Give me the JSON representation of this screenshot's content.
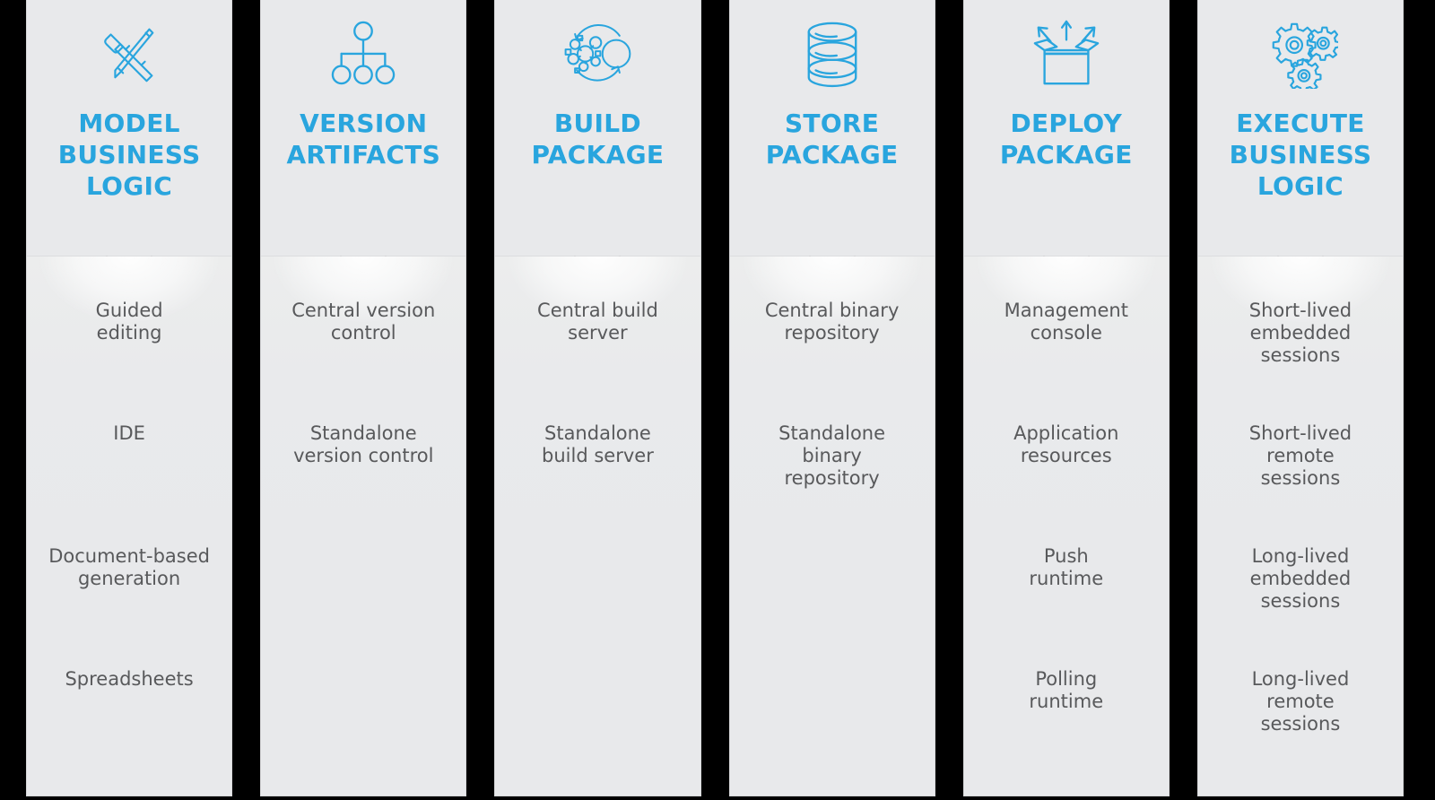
{
  "meta": {
    "background_color": "#000000",
    "card_background": "#e8e9eb",
    "title_color": "#29a5de",
    "item_text_color": "#58595b",
    "divider_color": "#dcdddf"
  },
  "columns": [
    {
      "id": "model-business-logic",
      "icon": "hammer-and-pencil-icon",
      "title": "MODEL\nBUSINESS\nLOGIC",
      "items": [
        "Guided\nediting",
        "IDE",
        "Document-based\ngeneration",
        "Spreadsheets"
      ]
    },
    {
      "id": "version-artifacts",
      "icon": "hierarchy-tree-icon",
      "title": "VERSION\nARTIFACTS",
      "items": [
        "Central version\ncontrol",
        "Standalone\nversion control",
        "",
        ""
      ]
    },
    {
      "id": "build-package",
      "icon": "molecule-package-icon",
      "title": "BUILD\nPACKAGE",
      "items": [
        "Central build\nserver",
        "Standalone\nbuild server",
        "",
        ""
      ]
    },
    {
      "id": "store-package",
      "icon": "database-stack-icon",
      "title": "STORE\nPACKAGE",
      "items": [
        "Central binary\nrepository",
        "Standalone\nbinary\nrepository",
        "",
        ""
      ]
    },
    {
      "id": "deploy-package",
      "icon": "open-box-arrows-icon",
      "title": "DEPLOY\nPACKAGE",
      "items": [
        "Management\nconsole",
        "Application\nresources",
        "Push\nruntime",
        "Polling\nruntime"
      ]
    },
    {
      "id": "execute-business-logic",
      "icon": "gears-icon",
      "title": "EXECUTE\nBUSINESS\nLOGIC",
      "items": [
        "Short-lived\nembedded\nsessions",
        "Short-lived\nremote\nsessions",
        "Long-lived\nembedded\nsessions",
        "Long-lived\nremote\nsessions"
      ]
    }
  ]
}
